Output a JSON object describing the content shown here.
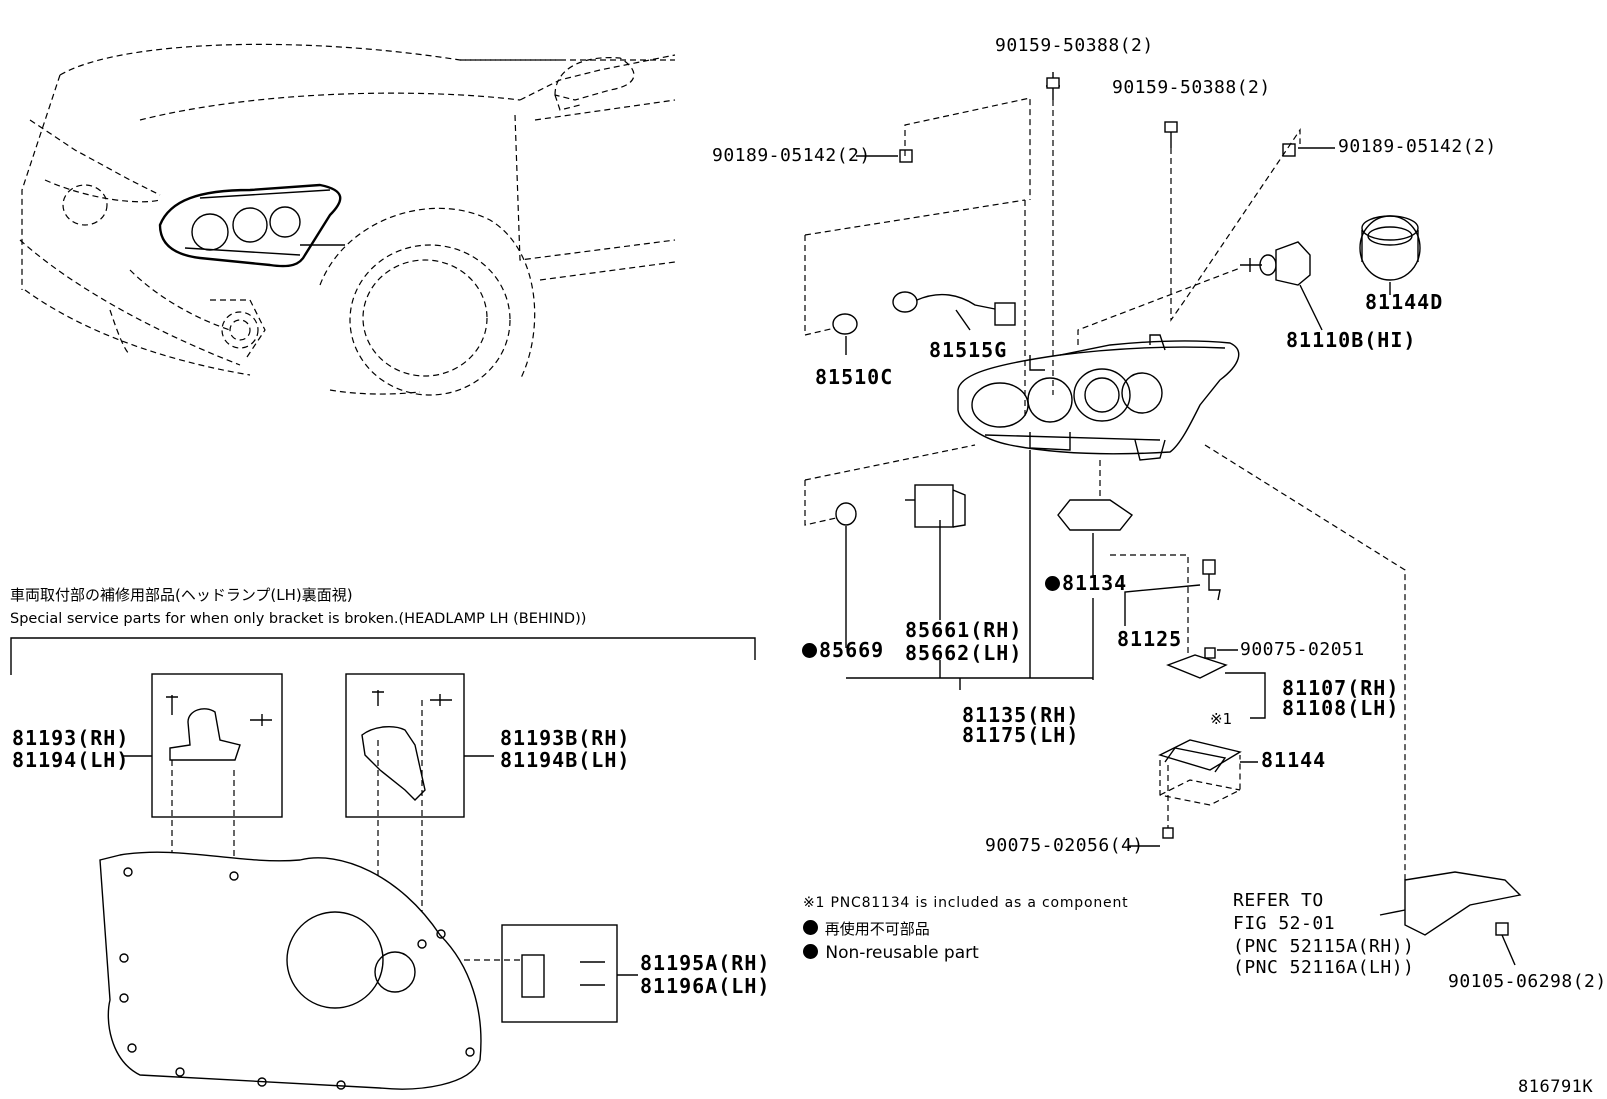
{
  "diagram": {
    "drawing_code": "816791K",
    "parts": {
      "p90159_top": "90159-50388(2)",
      "p90159_mid": "90159-50388(2)",
      "p90189_left": "90189-05142(2)",
      "p90189_right": "90189-05142(2)",
      "p81144D": "81144D",
      "p81110B": "81110B(HI)",
      "p81515G": "81515G",
      "p81510C": "81510C",
      "p81134": "81134",
      "p85669": "85669",
      "p85661": "85661(RH)",
      "p85662": "85662(LH)",
      "p81125": "81125",
      "p90075_02051": "90075-02051",
      "p81107": "81107(RH)",
      "p81108": "81108(LH)",
      "p81135": "81135(RH)",
      "p81175": "81175(LH)",
      "p81144": "81144",
      "p90075_02056": "90075-02056(4)",
      "p90105": "90105-06298(2)",
      "p81193": "81193(RH)",
      "p81194": "81194(LH)",
      "p81193B": "81193B(RH)",
      "p81194B": "81194B(LH)",
      "p81195A": "81195A(RH)",
      "p81196A": "81196A(LH)"
    },
    "note_mark": "※1",
    "refer": {
      "line1": "REFER TO",
      "line2": "FIG 52-01",
      "line3": "(PNC 52115A(RH))",
      "line4": "(PNC 52116A(LH))"
    },
    "footnotes": {
      "note1": "※1 PNC81134 is included as a component",
      "jp_nonreusable": "再使用不可部品",
      "en_nonreusable": "Non-reusable part"
    },
    "special": {
      "title_jp": "車両取付部の補修用部品(ヘッドランプ(LH)裏面視)",
      "title_en": "Special service parts for when only bracket is broken.(HEADLAMP LH (BEHIND))"
    }
  }
}
